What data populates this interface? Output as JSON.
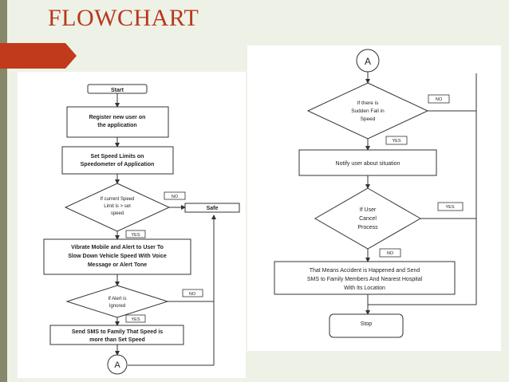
{
  "slide": {
    "title": "FLOWCHART",
    "colors": {
      "title": "#b8371c",
      "ribbon": "#c23a1c",
      "side_bar": "#86886a",
      "background": "#eef2e6"
    }
  },
  "left_flow": {
    "start": "Start",
    "register": [
      "Register new user on",
      "the application"
    ],
    "set_limits": [
      "Set Speed Limits on",
      "Speedometer of Application"
    ],
    "decision_speed": [
      "If current Speed",
      "Limit is > set",
      "speed"
    ],
    "no_1": "NO",
    "safe": "Safe",
    "yes_1": "YES",
    "vibrate": [
      "Vibrate Mobile and Alert to User To",
      "Slow Down Vehicle Speed With Voice",
      "Message or Alert Tone"
    ],
    "decision_ignored": [
      "If Alert is",
      "Ignored"
    ],
    "no_2": "NO",
    "yes_2": "YES",
    "send_sms": [
      "Send SMS to Family That Speed is",
      "more than Set Speed"
    ],
    "connector": "A"
  },
  "right_flow": {
    "connector": "A",
    "decision_fall": [
      "If there is",
      "Sudden Fall in",
      "Speed"
    ],
    "no_1": "NO",
    "yes_1": "YES",
    "notify": "Notify user about situation",
    "decision_cancel": [
      "If User",
      "Cancel",
      "Process"
    ],
    "yes_2": "YES",
    "no_2": "NO",
    "accident": [
      "That Means Accident is Happened and Send",
      "SMS to Family Members And Nearest Hospital",
      "With Its Location"
    ],
    "stop": "Stop"
  }
}
